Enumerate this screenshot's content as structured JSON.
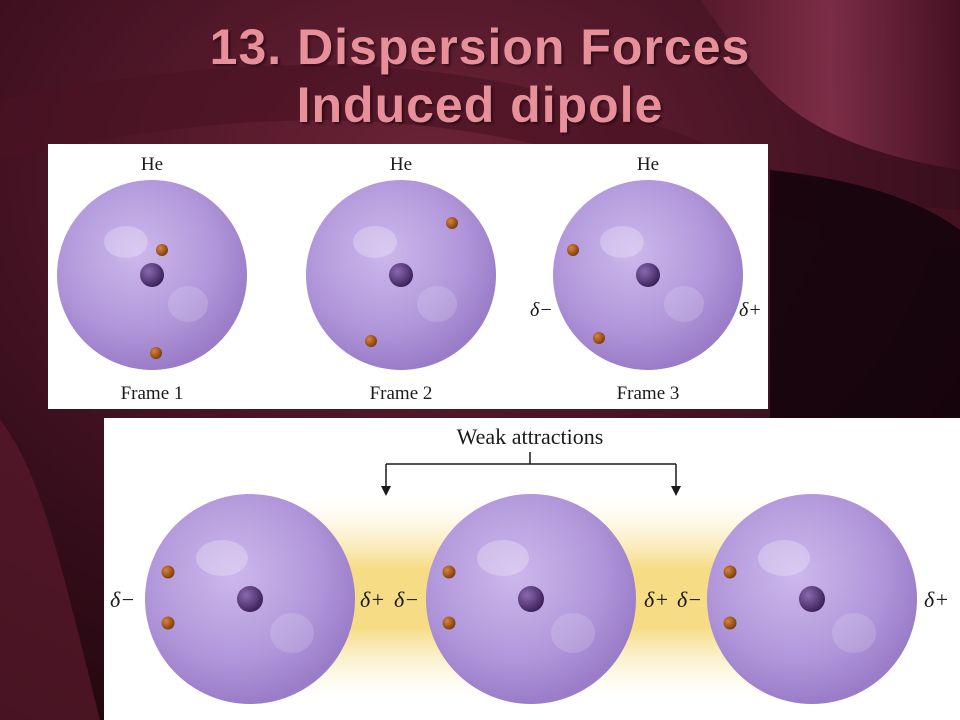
{
  "slide": {
    "title_line1": "13.  Dispersion Forces",
    "title_line2": "Induced dipole"
  },
  "frames": [
    {
      "element": "He",
      "label": "Frame 1",
      "left_charge": "",
      "right_charge": ""
    },
    {
      "element": "He",
      "label": "Frame 2",
      "left_charge": "",
      "right_charge": ""
    },
    {
      "element": "He",
      "label": "Frame 3",
      "left_charge": "δ−",
      "right_charge": "δ+"
    }
  ],
  "bottom": {
    "caption": "Weak attractions",
    "charges": [
      "δ−",
      "δ+",
      "δ−",
      "δ+",
      "δ−",
      "δ+"
    ]
  },
  "colors": {
    "title": "#e8909a",
    "atom": "#b49ad8",
    "nucleus": "#4a2d6a",
    "electron": "#9a5418",
    "attraction_band": "#f7dc86"
  }
}
